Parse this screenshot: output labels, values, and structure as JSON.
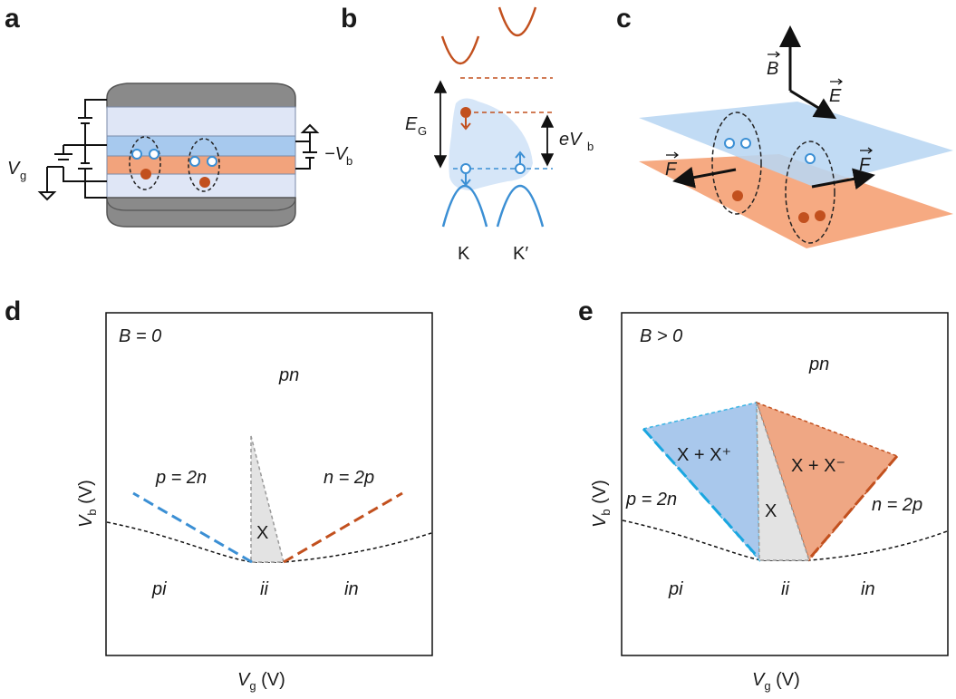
{
  "panels": {
    "a": {
      "letter": "a",
      "vg_label": "V",
      "vg_sub": "g",
      "vb_label": "−V",
      "vb_sub": "b"
    },
    "b": {
      "letter": "b",
      "eg_label": "E",
      "eg_sub": "G",
      "evb_label": "eV",
      "evb_sub": "b",
      "k_label": "K",
      "kp_label": "K′"
    },
    "c": {
      "letter": "c",
      "b_label": "B",
      "e_label": "E",
      "f_left": "F",
      "f_right": "F"
    },
    "d": {
      "letter": "d",
      "condition": "B = 0",
      "xlabel": "V",
      "xlabel_sub": "g",
      "xlabel_unit": " (V)",
      "ylabel": "V",
      "ylabel_sub": "b",
      "ylabel_unit": " (V)",
      "regions": {
        "pn": "pn",
        "pi": "pi",
        "ii": "ii",
        "in": "in",
        "x": "X",
        "p2n": "p = 2n",
        "n2p": "n = 2p"
      }
    },
    "e": {
      "letter": "e",
      "condition": "B > 0",
      "xlabel": "V",
      "xlabel_sub": "g",
      "xlabel_unit": " (V)",
      "ylabel": "V",
      "ylabel_sub": "b",
      "ylabel_unit": " (V)",
      "regions": {
        "pn": "pn",
        "pi": "pi",
        "ii": "ii",
        "in": "in",
        "x": "X",
        "xplus": "X + X⁺",
        "xminus": "X + X⁻",
        "p2n": "p = 2n",
        "n2p": "n = 2p"
      }
    }
  },
  "colors": {
    "blue": "#3b8fd4",
    "orange": "#c2501e",
    "light_blue": "#bcd9f2",
    "light_orange": "#f4b08a",
    "gray": "#808080",
    "dark_gray": "#555555"
  }
}
